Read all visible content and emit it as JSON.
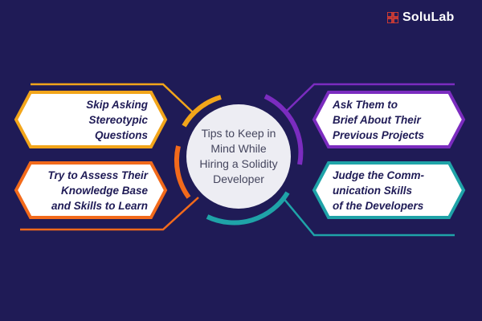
{
  "brand": {
    "name": "SoluLab",
    "logo_icon": "solulab-logo-icon",
    "logo_color": "#e8412e"
  },
  "center": {
    "text": "Tips to Keep in\nMind While\nHiring a Solidity\nDeveloper"
  },
  "tips": [
    {
      "text": "Skip Asking\nStereotypic\nQuestions",
      "color": "#f2a51a"
    },
    {
      "text": "Try to Assess Their\nKnowledge Base\nand Skills to Learn",
      "color": "#f26a1b"
    },
    {
      "text": "Ask Them to\nBrief About Their\nPrevious Projects",
      "color": "#7b2cbf"
    },
    {
      "text": "Judge the Comm-\nunication Skills\nof the Developers",
      "color": "#1fa3a8"
    }
  ],
  "colors": {
    "background": "#1f1b56",
    "card_fill": "#ffffff",
    "center_fill": "#ededf3",
    "text_dark": "#1f1b56"
  }
}
